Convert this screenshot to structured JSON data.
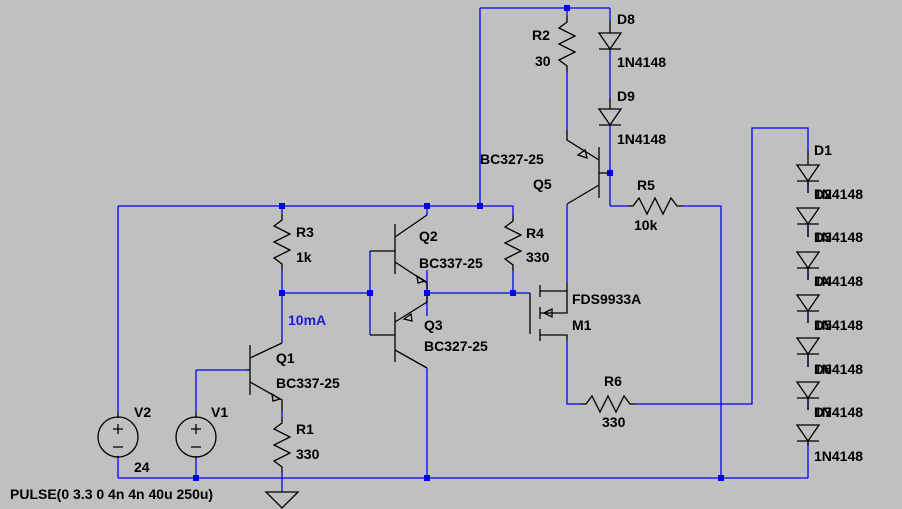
{
  "components": {
    "R2": {
      "ref": "R2",
      "value": "30"
    },
    "R3": {
      "ref": "R3",
      "value": "1k"
    },
    "R4": {
      "ref": "R4",
      "value": "330"
    },
    "R5": {
      "ref": "R5",
      "value": "10k"
    },
    "R6": {
      "ref": "R6",
      "value": "330"
    },
    "R1": {
      "ref": "R1",
      "value": "330"
    },
    "D8": {
      "ref": "D8",
      "value": "1N4148"
    },
    "D9": {
      "ref": "D9",
      "value": "1N4148"
    },
    "D1": {
      "ref": "D1"
    },
    "Q1": {
      "ref": "Q1",
      "value": "BC337-25"
    },
    "Q2": {
      "ref": "Q2",
      "value": "BC337-25"
    },
    "Q3": {
      "ref": "Q3",
      "value": "BC327-25"
    },
    "Q5": {
      "ref": "Q5",
      "value": "BC327-25"
    },
    "M1": {
      "ref": "M1",
      "value": "FDS9933A"
    },
    "V1": {
      "ref": "V1",
      "value": "PULSE(0 3.3 0 4n 4n 40u 250u)"
    },
    "V2": {
      "ref": "V2",
      "value": "24"
    }
  },
  "diode_stack": [
    "D2",
    "D3",
    "D4",
    "D5",
    "D6",
    "D7"
  ],
  "diode_value": "1N4148",
  "annotation": "10mA"
}
